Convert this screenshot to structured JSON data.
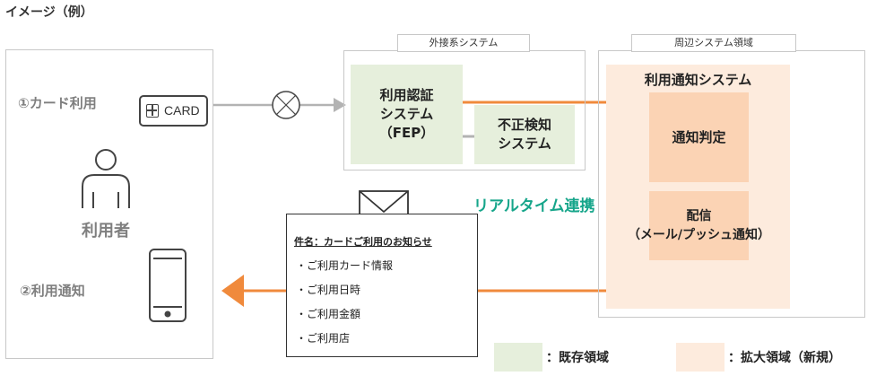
{
  "title": "イメージ（例）",
  "user_area": {
    "step1_label": "①カード利用",
    "card_label": "CARD",
    "user_label": "利用者",
    "step2_label": "②利用通知"
  },
  "external_system": {
    "tag": "外接系システム",
    "fep_lines": [
      "利用認証",
      "システム",
      "（FEP）"
    ],
    "fraud_lines": [
      "不正検知",
      "システム"
    ]
  },
  "peripheral_system": {
    "tag": "周辺システム領域",
    "notify_system_title": "利用通知システム",
    "judge_label": "通知判定",
    "delivery_lines": [
      "配信",
      "（メール/プッシュ通知）"
    ]
  },
  "realtime_label": "リアルタイム連携",
  "mail": {
    "subject": "件名：カードご利用のお知らせ",
    "items": [
      "・ご利用カード情報",
      "・ご利用日時",
      "・ご利用金額",
      "・ご利用店"
    ]
  },
  "legend": {
    "existing_label": "：既存領域",
    "expanded_label": "：拡大領域（新規）"
  },
  "colors": {
    "existing_area": "#e6efdc",
    "expanded_area_light": "#fdebdd",
    "expanded_area": "#fbd3b4",
    "flow_orange": "#f08a3c",
    "realtime_green": "#16a58a",
    "gray_arrow": "#b3b3b3"
  }
}
